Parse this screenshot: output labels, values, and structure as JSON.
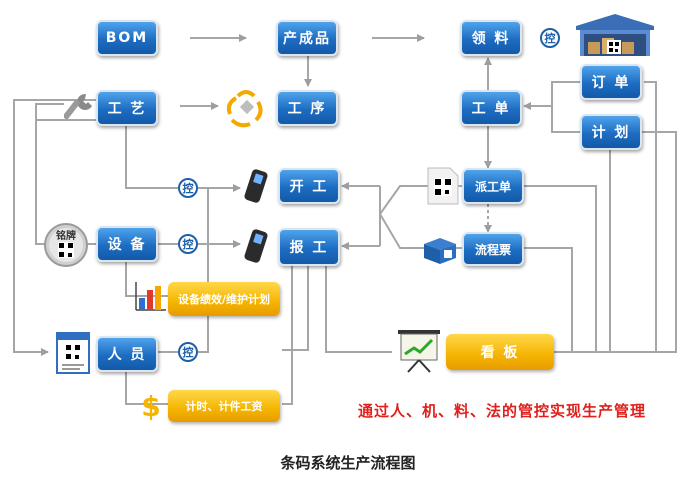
{
  "nodes": {
    "bom": "BOM",
    "product": "产成品",
    "material": "领 料",
    "process_craft": "工 艺",
    "process_step": "工 序",
    "work_order": "工 单",
    "sales_order": "订 单",
    "plan": "计 划",
    "start_work": "开 工",
    "report_work": "报 工",
    "dispatch": "派工单",
    "flow_ticket": "流程票",
    "equipment": "设 备",
    "staff": "人 员",
    "kanban": "看 板"
  },
  "yellow": {
    "equipment_perf": "设备绩效/维护计划",
    "piece_wage": "计时、计件工资"
  },
  "control_label": "控",
  "nameplate_label": "铭牌",
  "slogan": "通过人、机、料、法的管控实现生产管理",
  "caption": "条码系统生产流程图",
  "colors": {
    "node_blue": "#1d6cc2",
    "line_gray": "#9e9e9e",
    "slogan_red": "#e0201b",
    "yellow": "#f5b400"
  }
}
